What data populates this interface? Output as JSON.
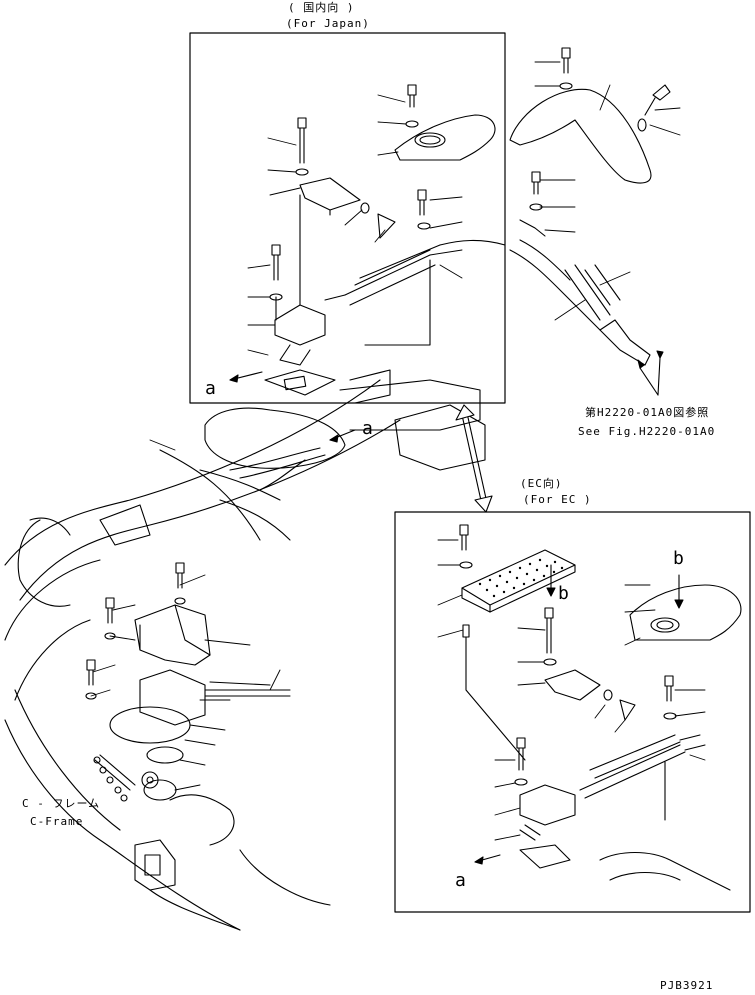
{
  "labels": {
    "japan_title_jp": "( 国内向 )",
    "japan_title_en": "(For Japan)",
    "ec_title_jp": "(EC向)",
    "ec_title_en": "(For EC )",
    "ref_jp": "第H2220-01A0図参照",
    "ref_en": "See Fig.H2220-01A0",
    "cframe_jp": "C - フレーム",
    "cframe_en": "C-Frame",
    "a": "a",
    "b": "b",
    "code": "PJB3921"
  }
}
